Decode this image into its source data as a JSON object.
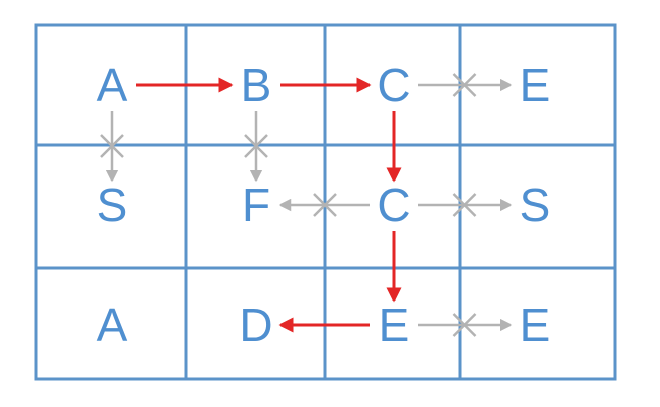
{
  "grid": {
    "rows": 3,
    "cols": 4,
    "letters": [
      [
        "A",
        "B",
        "C",
        "E"
      ],
      [
        "S",
        "F",
        "C",
        "S"
      ],
      [
        "A",
        "D",
        "E",
        "E"
      ]
    ]
  },
  "colors": {
    "grid_line": "#5b93c9",
    "letter": "#4f8fd0",
    "path_arrow": "#e32626",
    "blocked_arrow": "#b3b3b3"
  },
  "path_arrows": [
    {
      "from": [
        0,
        0
      ],
      "to": [
        0,
        1
      ]
    },
    {
      "from": [
        0,
        1
      ],
      "to": [
        0,
        2
      ]
    },
    {
      "from": [
        0,
        2
      ],
      "to": [
        1,
        2
      ]
    },
    {
      "from": [
        1,
        2
      ],
      "to": [
        2,
        2
      ]
    },
    {
      "from": [
        2,
        2
      ],
      "to": [
        2,
        1
      ]
    }
  ],
  "blocked_arrows": [
    {
      "from": [
        0,
        2
      ],
      "to": [
        0,
        3
      ]
    },
    {
      "from": [
        0,
        0
      ],
      "to": [
        1,
        0
      ]
    },
    {
      "from": [
        0,
        1
      ],
      "to": [
        1,
        1
      ]
    },
    {
      "from": [
        1,
        2
      ],
      "to": [
        1,
        1
      ]
    },
    {
      "from": [
        1,
        2
      ],
      "to": [
        1,
        3
      ]
    },
    {
      "from": [
        2,
        2
      ],
      "to": [
        2,
        3
      ]
    }
  ]
}
